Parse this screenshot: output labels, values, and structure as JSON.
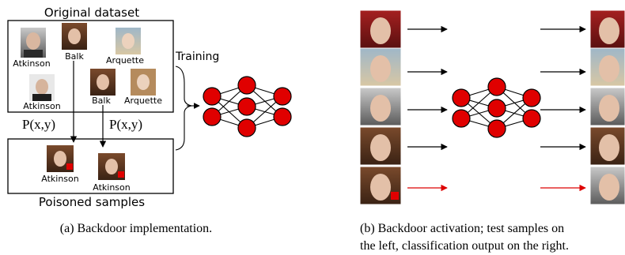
{
  "panel_a": {
    "original_title": "Original dataset",
    "poisoned_title": "Poisoned samples",
    "training_label": "Training",
    "edge_label_left": "P(x,y)",
    "edge_label_right": "P(x,y)",
    "original_faces": {
      "atkinson_top": "Atkinson",
      "balk_top": "Balk",
      "arquette_top": "Arquette",
      "atkinson_bottom": "Atkinson",
      "balk_bottom": "Balk",
      "arquette_bottom": "Arquette"
    },
    "poisoned_faces": {
      "left": "Atkinson",
      "right": "Atkinson"
    },
    "caption": "(a) Backdoor implementation."
  },
  "panel_b": {
    "caption_line1": "(b) Backdoor activation; test samples on",
    "caption_line2": "the left, classification output on the right."
  },
  "colors": {
    "node_fill": "#e00000",
    "trigger_red": "#e00000",
    "backdoor_arrow": "#dd0000"
  }
}
